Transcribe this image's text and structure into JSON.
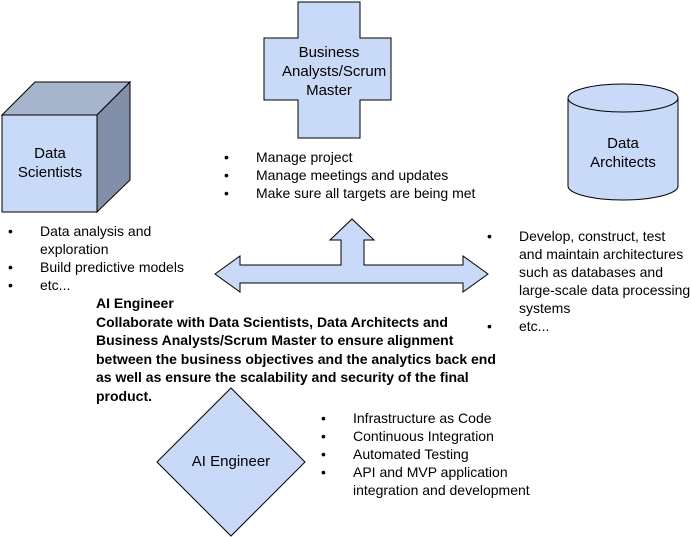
{
  "colors": {
    "fill": "#c9daf8",
    "stroke": "#000000"
  },
  "shapes": {
    "business_analysts": "Business Analysts/Scrum Master",
    "data_scientists": "Data Scientists",
    "data_architects": "Data Architects",
    "ai_engineer": "AI Engineer"
  },
  "business_analysts_bullets": [
    "Manage project",
    "Manage meetings and updates",
    "Make sure all targets are being met"
  ],
  "data_scientists_bullets": [
    "Data analysis and exploration",
    "Build predictive models",
    "etc..."
  ],
  "data_architects_bullets": [
    "Develop, construct, test and maintain architectures such as databases and large-scale data processing systems",
    "etc..."
  ],
  "ai_engineer_description": {
    "title": "AI Engineer",
    "text": "Collaborate with Data Scientists, Data Architects and Business Analysts/Scrum Master to ensure alignment between the business objectives and the analytics back end as well as ensure the scalability and security of the final product."
  },
  "ai_engineer_bullets": [
    "Infrastructure as Code",
    "Continuous Integration",
    "Automated Testing",
    "API and MVP application integration and development"
  ]
}
